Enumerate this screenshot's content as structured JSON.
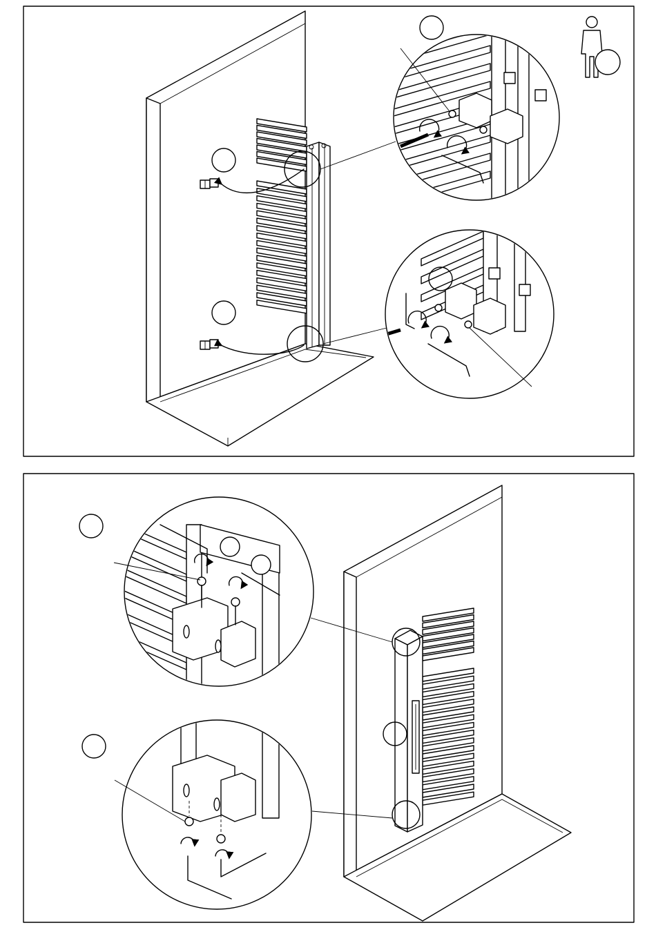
{
  "page": {
    "background": "#ffffff",
    "line_color": "#000000",
    "callout_fill": "#e6e6e6"
  },
  "panels": [
    {
      "id": "top",
      "callouts": [
        {
          "id": "c1",
          "label": ""
        },
        {
          "id": "c2",
          "label": ""
        },
        {
          "id": "c3",
          "label": ""
        },
        {
          "id": "c4",
          "label": ""
        }
      ],
      "icons": [
        "person-icon"
      ],
      "details": [
        "top-bracket-detail",
        "bottom-bracket-detail"
      ]
    },
    {
      "id": "bottom",
      "callouts": [
        {
          "id": "c5",
          "label": ""
        },
        {
          "id": "c6",
          "label": ""
        },
        {
          "id": "c7",
          "label": ""
        }
      ],
      "details": [
        "top-clamp-detail",
        "bottom-clamp-detail"
      ]
    }
  ]
}
